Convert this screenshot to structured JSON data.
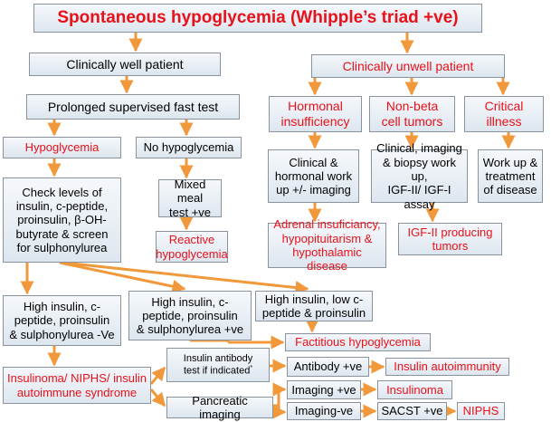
{
  "title": "Spontaneous hypoglycemia (Whipple’s triad +ve)",
  "well_patient": "Clinically well patient",
  "unwell_patient": "Clinically unwell patient",
  "fast_test": "Prolonged supervised fast test",
  "hormonal": "Hormonal\ninsufficiency",
  "nonbeta": "Non-beta\ncell tumors",
  "critical": "Critical\nillness",
  "hypoglycemia": "Hypoglycemia",
  "no_hypoglycemia": "No hypoglycemia",
  "check_levels": "Check levels of\ninsulin, c-peptide,\nproinsulin, β-OH-\nbutyrate & screen\nfor sulphonylurea",
  "mixed_meal": "Mixed meal\ntest +ve",
  "reactive": "Reactive\nhypoglycemia",
  "hormonal_workup": "Clinical &\nhormonal work\nup +/- imaging",
  "nonbeta_workup": "Clinical,  imaging\n& biopsy work up,\nIGF-II/ IGF-I assay",
  "critical_workup": "Work up &\ntreatment\nof disease",
  "adrenal": "Adrenal insuficiancy,\nhypopituitarism &\nhypothalamic disease",
  "igf_tumors": "IGF-II producing\ntumors",
  "high_insulin_neg": "High insulin, c-\npeptide, proinsulin\n& sulphonylurea -Ve",
  "high_insulin_pos": "High insulin, c-\npeptide, proinsulin\n& sulphonylurea +ve",
  "high_insulin_low": "High insulin, low c-\npeptide & proinsulin",
  "factitious": "Factitious hypoglycemia",
  "insulinoma_group": "Insulinoma/ NIPHS/ insulin\nautoimmune syndrome",
  "antibody_test": "Insulin antibody\ntest if indicated",
  "antibody_test_mark": "*",
  "antibody_pos": "Antibody +ve",
  "insulin_autoimmunity": "Insulin autoimmunity",
  "pancreatic_imaging": "Pancreatic imaging",
  "imaging_pos": "Imaging +ve",
  "insulinoma": "Insulinoma",
  "imaging_neg": "Imaging-ve",
  "sacst": "SACST +ve",
  "niphs": "NIPHS",
  "colors": {
    "arrow": "#f0983a",
    "red_text": "#e8111a",
    "border": "#8a939c"
  }
}
